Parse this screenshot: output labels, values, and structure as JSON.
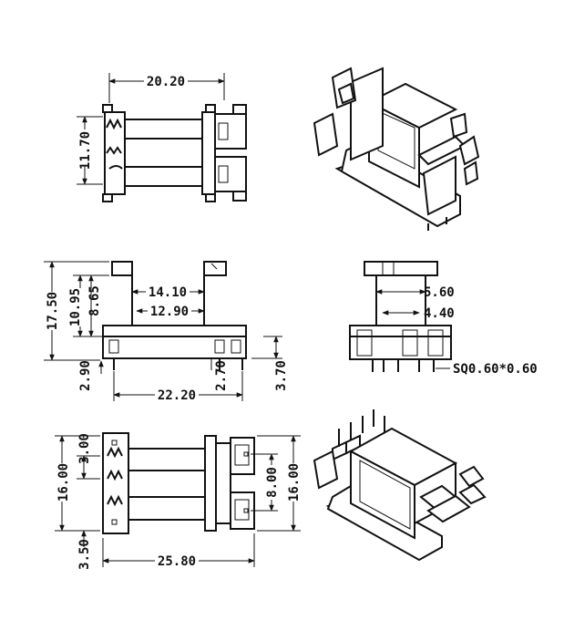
{
  "dimensions": {
    "top_width": "20.20",
    "top_height": "11.70",
    "front_height_total": "17.50",
    "front_height_a": "10.95",
    "front_height_b": "8.65",
    "front_width_a": "14.10",
    "front_width_b": "12.90",
    "front_pin_left": "2.90",
    "front_pin_mid": "2.70",
    "front_pin_right": "3.70",
    "front_width_total": "22.20",
    "side_width_a": "5.60",
    "side_width_b": "4.40",
    "side_pin": "SQ0.60*0.60",
    "bottom_pitch": "3.00",
    "bottom_left_height": "16.00",
    "bottom_edge": "3.50",
    "bottom_width": "25.80",
    "bottom_right_inner": "8.00",
    "bottom_right_height": "16.00"
  }
}
